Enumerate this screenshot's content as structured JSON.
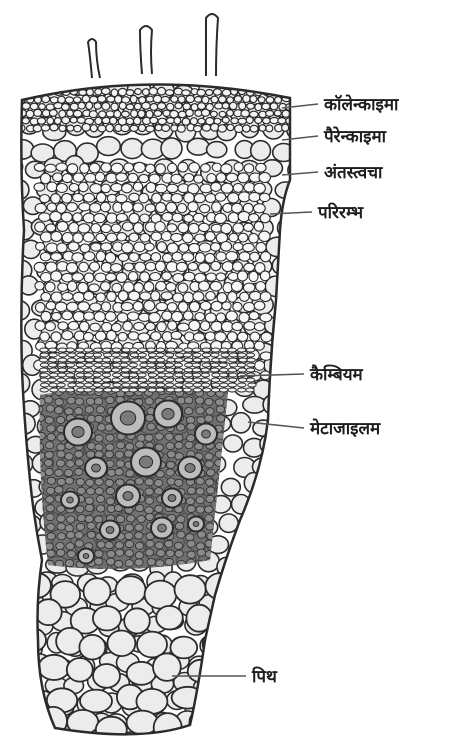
{
  "diagram": {
    "colors": {
      "cell_outline": "#2b2b2b",
      "cell_fill": "#ececec",
      "vascular_fill": "#5a5a5a",
      "vessel_fill": "#cfcfcf",
      "leader_line": "#555555",
      "background": "#ffffff"
    },
    "labels": {
      "collenchyma": "कॉलेन्काइमा",
      "parenchyma": "पैरेन्काइमा",
      "endodermis": "अंतस्त्वचा",
      "pericycle": "परिरम्भ",
      "cambium": "कैम्बियम",
      "metaxylem": "मेटाजाइलम",
      "pith": "पिथ"
    }
  }
}
